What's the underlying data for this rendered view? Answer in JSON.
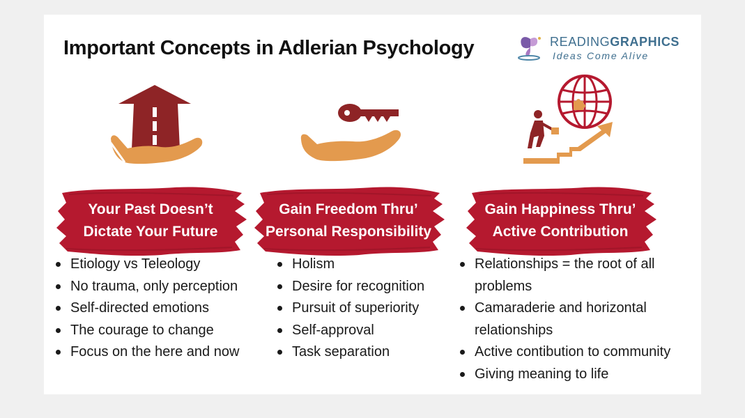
{
  "title": "Important Concepts in Adlerian Psychology",
  "logo": {
    "name_light": "READING",
    "name_bold": "GRAPHICS",
    "tagline": "Ideas Come Alive"
  },
  "colors": {
    "brand_red": "#b5192f",
    "road_red": "#8e2426",
    "hand_orange": "#e39a4e",
    "logo_blue": "#3f6f8f"
  },
  "columns": [
    {
      "icon": "road-in-hand-icon",
      "heading": [
        "Your Past Doesn’t",
        "Dictate Your  Future"
      ],
      "bullets": [
        "Etiology vs Teleology",
        "No trauma, only perception",
        "Self-directed emotions",
        "The courage to change",
        "Focus on the here and now"
      ]
    },
    {
      "icon": "key-in-hand-icon",
      "heading": [
        "Gain Freedom Thru’",
        "Personal Responsibility"
      ],
      "bullets": [
        "Holism",
        "Desire for recognition",
        "Pursuit of superiority",
        "Self-approval",
        "Task separation"
      ]
    },
    {
      "icon": "person-globe-puzzle-icon",
      "heading": [
        "Gain Happiness Thru’",
        "Active Contribution"
      ],
      "bullets": [
        "Relationships = the root of all problems",
        "Camaraderie and horizontal relationships",
        "Active contibution to community",
        "Giving meaning to life"
      ]
    }
  ]
}
